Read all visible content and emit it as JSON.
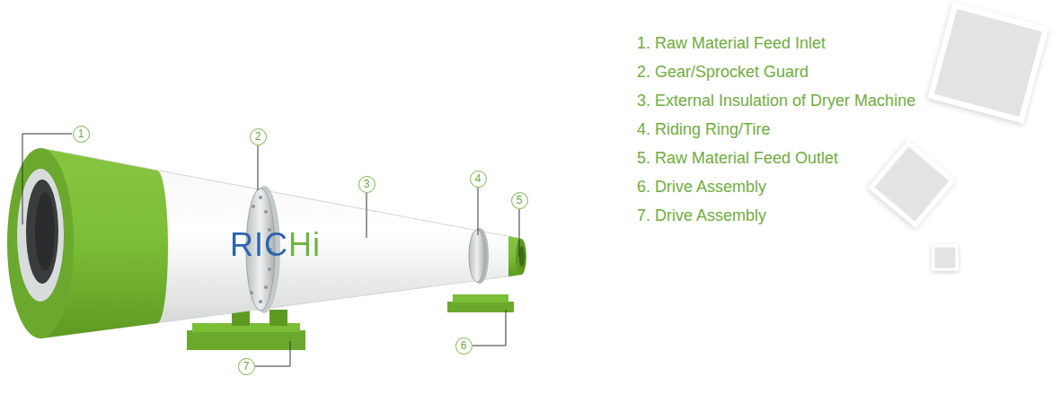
{
  "diagram": {
    "nodes": [
      {
        "text": [
          "1"
        ]
      },
      {
        "text": [
          "2"
        ]
      },
      {
        "text": [
          "3"
        ]
      },
      {
        "text": [
          "4"
        ]
      },
      {
        "text": [
          "5"
        ]
      },
      {
        "text": [
          "6"
        ]
      },
      {
        "text": [
          "7"
        ]
      }
    ],
    "labels": [
      "1. Raw Material Feed Inlet",
      "2. Gear/Sprocket Guard",
      "3. External Insulation of Dryer Machine",
      "4. Riding Ring/Tire",
      "5. Raw Material Feed Outlet",
      "6. Drive Assembly",
      "7. Drive Assembly",
      "RICHi"
    ]
  }
}
